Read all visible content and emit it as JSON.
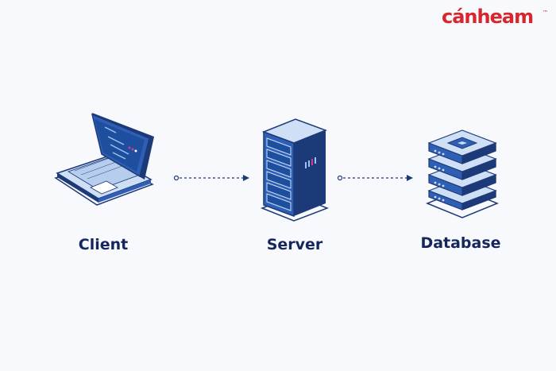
{
  "brand": {
    "logo_text": "cánheam",
    "trademark": "™",
    "color": "#d8262f"
  },
  "nodes": [
    {
      "id": "client",
      "label": "Client",
      "icon": "laptop-icon"
    },
    {
      "id": "server",
      "label": "Server",
      "icon": "server-rack-icon"
    },
    {
      "id": "database",
      "label": "Database",
      "icon": "database-icon"
    }
  ],
  "edges": [
    {
      "from": "client",
      "to": "server",
      "style": "dashed-arrow"
    },
    {
      "from": "server",
      "to": "database",
      "style": "dashed-arrow"
    }
  ],
  "colors": {
    "background": "#f7f9fc",
    "label": "#14265c",
    "dark_navy": "#1d3a78",
    "mid_blue": "#2f5fb4",
    "light_blue": "#cfe0f6",
    "accent": "#d13d8c"
  }
}
